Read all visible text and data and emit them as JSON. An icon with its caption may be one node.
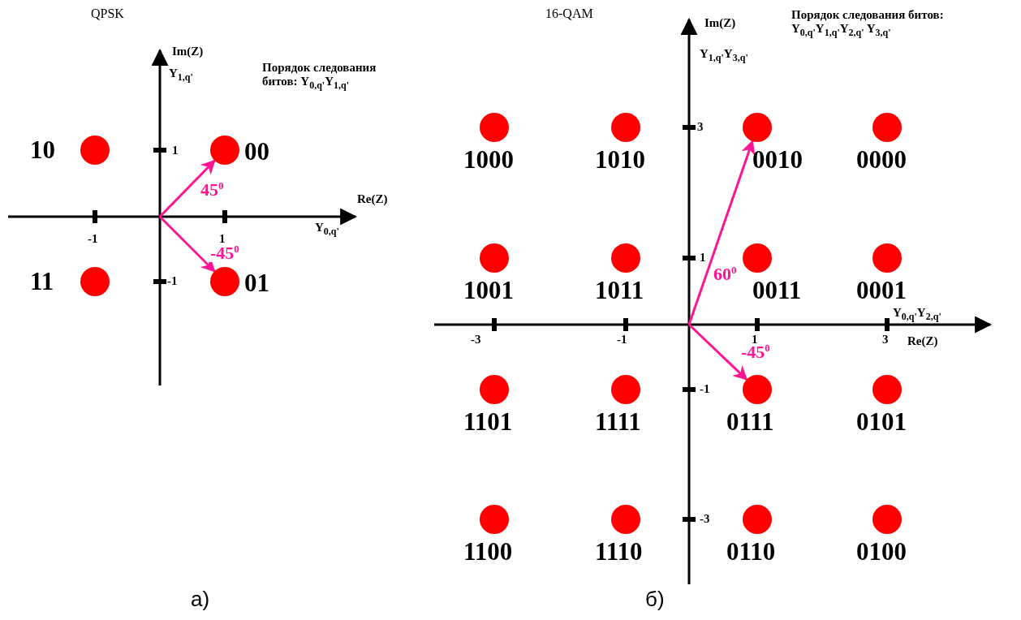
{
  "diagram": {
    "nodes": [
      {
        "text": [],
        "shape": "circle",
        "beside": [
          "10"
        ]
      },
      {
        "text": [],
        "shape": "circle",
        "beside": [
          "00"
        ]
      },
      {
        "text": [],
        "shape": "circle",
        "beside": [
          "11"
        ]
      },
      {
        "text": [],
        "shape": "circle",
        "beside": [
          "01"
        ]
      },
      {
        "text": [],
        "shape": "circle",
        "beside": [
          "1000"
        ]
      },
      {
        "text": [],
        "shape": "circle",
        "beside": [
          "1010"
        ]
      },
      {
        "text": [],
        "shape": "circle",
        "beside": [
          "0010"
        ]
      },
      {
        "text": [],
        "shape": "circle",
        "beside": [
          "0000"
        ]
      },
      {
        "text": [],
        "shape": "circle",
        "beside": [
          "1001"
        ]
      },
      {
        "text": [],
        "shape": "circle",
        "beside": [
          "1011"
        ]
      },
      {
        "text": [],
        "shape": "circle",
        "beside": [
          "0011"
        ]
      },
      {
        "text": [],
        "shape": "circle",
        "beside": [
          "0001"
        ]
      },
      {
        "text": [],
        "shape": "circle",
        "beside": [
          "1101"
        ]
      },
      {
        "text": [],
        "shape": "circle",
        "beside": [
          "1111"
        ]
      },
      {
        "text": [],
        "shape": "circle",
        "beside": [
          "0111"
        ]
      },
      {
        "text": [],
        "shape": "circle",
        "beside": [
          "0101"
        ]
      },
      {
        "text": [],
        "shape": "circle",
        "beside": [
          "1100"
        ]
      },
      {
        "text": [],
        "shape": "circle",
        "beside": [
          "1110"
        ]
      },
      {
        "text": [],
        "shape": "circle",
        "beside": [
          "0110"
        ]
      },
      {
        "text": [],
        "shape": "circle",
        "beside": [
          "0100"
        ]
      }
    ],
    "edges": [
      {
        "from": null,
        "to": 1,
        "arrow": "to",
        "label": "45$^{0}$"
      },
      {
        "from": null,
        "to": 3,
        "arrow": "to",
        "label": "-45$^{0}$"
      },
      {
        "from": null,
        "to": 6,
        "arrow": "to",
        "label": "60$^{0}$"
      },
      {
        "from": null,
        "to": 14,
        "arrow": "to",
        "label": "-45$^{0}$"
      }
    ],
    "labels": [
      "QPSK",
      "Im(Z)",
      "Y$_{1,q'}$",
      "Порядок следования битов:  Y$_{0,q'}$Y$_{1,q'}$",
      "1",
      "-1",
      "-1",
      "1",
      "Re(Z)",
      "Y$_{0,q'}$",
      "а)",
      "16-QAM",
      "Im(Z)",
      "Y$_{1,q'}$Y$_{3,q'}$",
      "Порядок следования битов: Y$_{0,q'}$Y$_{1,q'}$Y$_{2,q'}$ Y$_{3,q'}$",
      "3",
      "1",
      "-1",
      "-3",
      "-3",
      "-1",
      "1",
      "3",
      "Y$_{0,q'}$Y$_{2,q'}$",
      "Re(Z)",
      "б)"
    ]
  }
}
